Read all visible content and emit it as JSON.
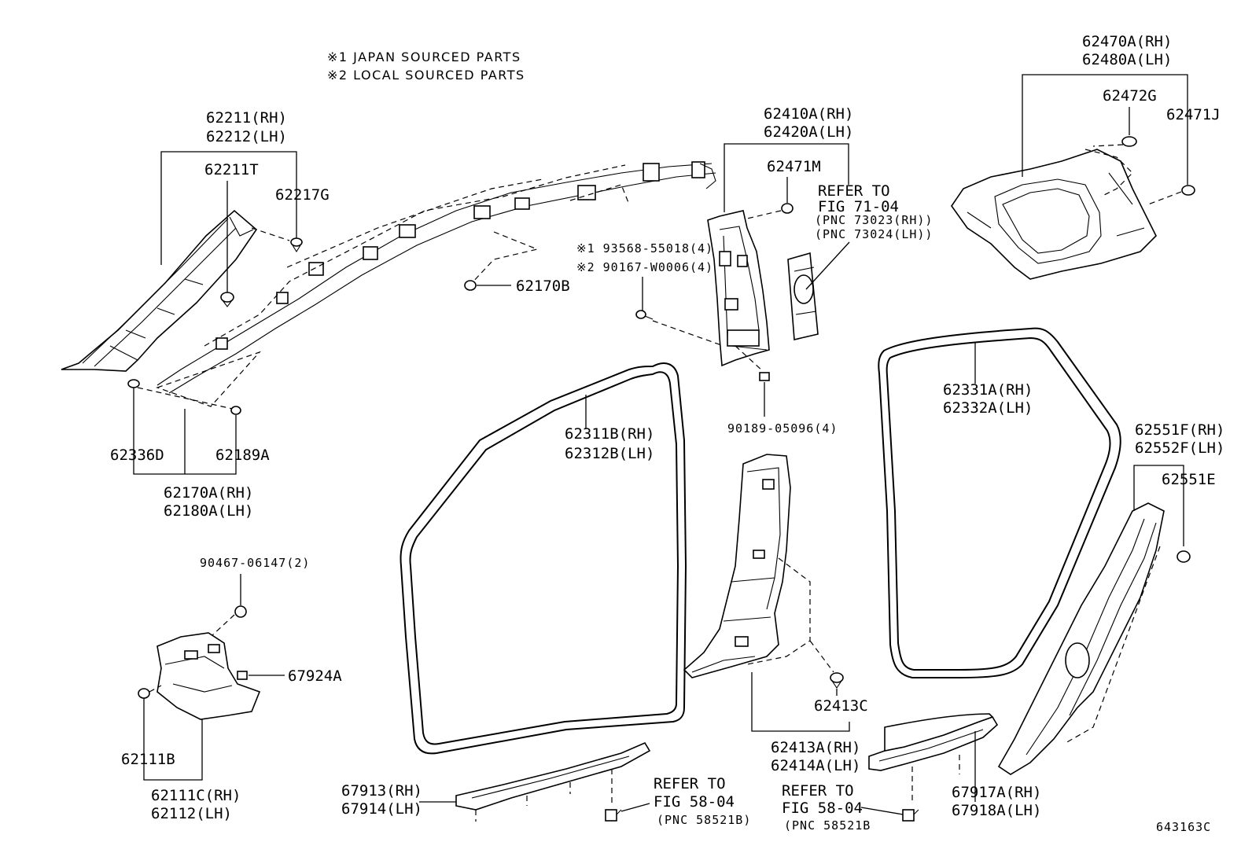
{
  "notes": {
    "japan": "※1 JAPAN SOURCED PARTS",
    "local": "※2 LOCAL SOURCED PARTS"
  },
  "labels": {
    "p62211": "62211(RH)",
    "p62212": "62212(LH)",
    "p62211T": "62211T",
    "p62217G": "62217G",
    "p62336D": "62336D",
    "p62189A": "62189A",
    "p62170A": "62170A(RH)",
    "p62180A": "62180A(LH)",
    "p62170B": "62170B",
    "p93568": "※1 93568-55018(4)",
    "p90167": "※2 90167-W0006(4)",
    "p62410A": "62410A(RH)",
    "p62420A": "62420A(LH)",
    "p62471M": "62471M",
    "refer71_1": "REFER TO",
    "refer71_2": "FIG 71-04",
    "refer71_3": "(PNC 73023(RH))",
    "refer71_4": "(PNC 73024(LH))",
    "p90189": "90189-05096(4)",
    "p62470A": "62470A(RH)",
    "p62480A": "62480A(LH)",
    "p62472G": "62472G",
    "p62471J": "62471J",
    "p62331A": "62331A(RH)",
    "p62332A": "62332A(LH)",
    "p62311B": "62311B(RH)",
    "p62312B": "62312B(LH)",
    "p62551F": "62551F(RH)",
    "p62552F": "62552F(LH)",
    "p62551E": "62551E",
    "p90467": "90467-06147(2)",
    "p67924A": "67924A",
    "p62111B": "62111B",
    "p62111C": "62111C(RH)",
    "p62112": "62112(LH)",
    "p62413C": "62413C",
    "p62413A": "62413A(RH)",
    "p62414A": "62414A(LH)",
    "p67913": "67913(RH)",
    "p67914": "67914(LH)",
    "refer58a_1": "REFER TO",
    "refer58a_2": "FIG 58-04",
    "refer58a_3": "(PNC 58521B)",
    "refer58b_1": "REFER TO",
    "refer58b_2": "FIG 58-04",
    "refer58b_3": "(PNC 58521B",
    "p67917A": "67917A(RH)",
    "p67918A": "67918A(LH)",
    "figure_id": "643163C"
  }
}
